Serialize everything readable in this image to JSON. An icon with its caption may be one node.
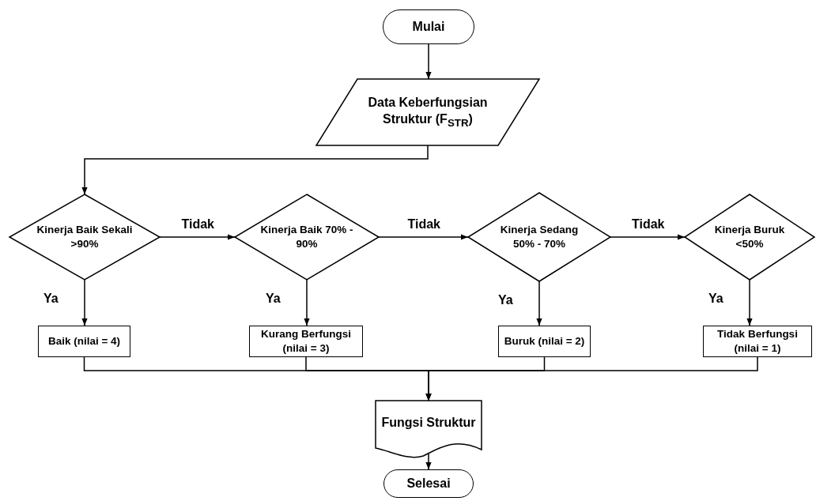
{
  "diagram": {
    "nodes": [
      {
        "text": [
          "Mulai"
        ]
      },
      {
        "text": [
          "Data Keberfungsian Struktur (F$_{STR}$)"
        ]
      },
      {
        "text": [
          "Kinerja Baik Sekali >90%"
        ]
      },
      {
        "text": [
          "Kinerja Baik 70% - 90%"
        ]
      },
      {
        "text": [
          "Kinerja Sedang 50% - 70%"
        ]
      },
      {
        "text": [
          "Kinerja Buruk <50%"
        ]
      },
      {
        "text": [
          "Baik (nilai = 4)"
        ]
      },
      {
        "text": [
          "Kurang Berfungsi (nilai = 3)"
        ]
      },
      {
        "text": [
          "Buruk (nilai = 2)"
        ]
      },
      {
        "text": [
          "Tidak Berfungsi (nilai = 1)"
        ]
      },
      {
        "text": [
          "Fungsi Struktur"
        ]
      },
      {
        "text": [
          "Selesai"
        ]
      }
    ],
    "edges": [
      {
        "from": 0,
        "to": 1,
        "arrow": "to"
      },
      {
        "from": 1,
        "to": 2,
        "arrow": "to"
      },
      {
        "from": 2,
        "to": 3,
        "arrow": "to",
        "label": "Tidak"
      },
      {
        "from": 3,
        "to": 4,
        "arrow": "to",
        "label": "Tidak"
      },
      {
        "from": 4,
        "to": 5,
        "arrow": "to",
        "label": "Tidak"
      },
      {
        "from": 2,
        "to": 6,
        "arrow": "to",
        "label": "Ya"
      },
      {
        "from": 3,
        "to": 7,
        "arrow": "to",
        "label": "Ya"
      },
      {
        "from": 4,
        "to": 8,
        "arrow": "to",
        "label": "Ya"
      },
      {
        "from": 5,
        "to": 9,
        "arrow": "to",
        "label": "Ya"
      },
      {
        "from": 6,
        "to": 10,
        "arrow": "to"
      },
      {
        "from": 7,
        "to": 10,
        "arrow": "to"
      },
      {
        "from": 8,
        "to": 10,
        "arrow": "to"
      },
      {
        "from": 9,
        "to": 10,
        "arrow": "to"
      },
      {
        "from": 10,
        "to": 11,
        "arrow": "to"
      }
    ]
  }
}
